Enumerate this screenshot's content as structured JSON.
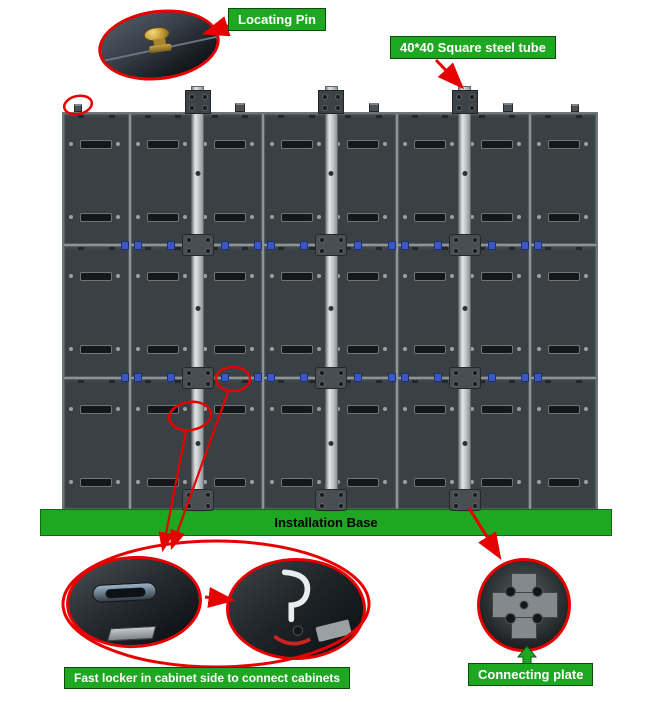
{
  "labels": {
    "locating_pin": "Locating Pin",
    "steel_tube": "40*40 Square steel tube",
    "installation_base": "Installation Base",
    "fast_locker": "Fast locker in cabinet side to connect cabinets",
    "connecting_plate": "Connecting plate"
  },
  "structure": {
    "grid_columns": 8,
    "grid_rows": 3,
    "tube_count": 3
  },
  "colors": {
    "label_green": "#1ea821",
    "highlight_red": "#e60000",
    "clip_blue": "#3a57c4",
    "cabinet_dark": "#3a4144",
    "tube_gray": "#c9cdce"
  }
}
